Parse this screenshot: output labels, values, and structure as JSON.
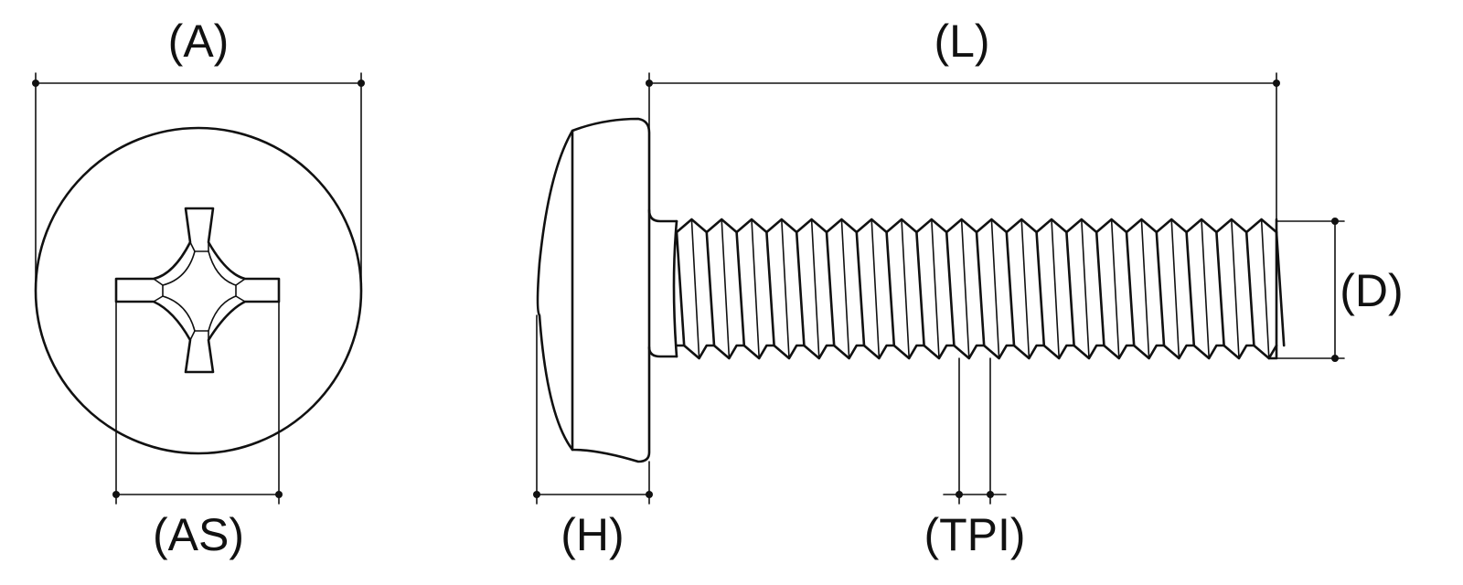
{
  "labels": {
    "a": "(A)",
    "as": "(AS)",
    "l": "(L)",
    "d": "(D)",
    "h": "(H)",
    "tpi": "(TPI)"
  },
  "colors": {
    "stroke": "#111111",
    "background": "#ffffff"
  },
  "thread": {
    "crest_count": 20
  }
}
